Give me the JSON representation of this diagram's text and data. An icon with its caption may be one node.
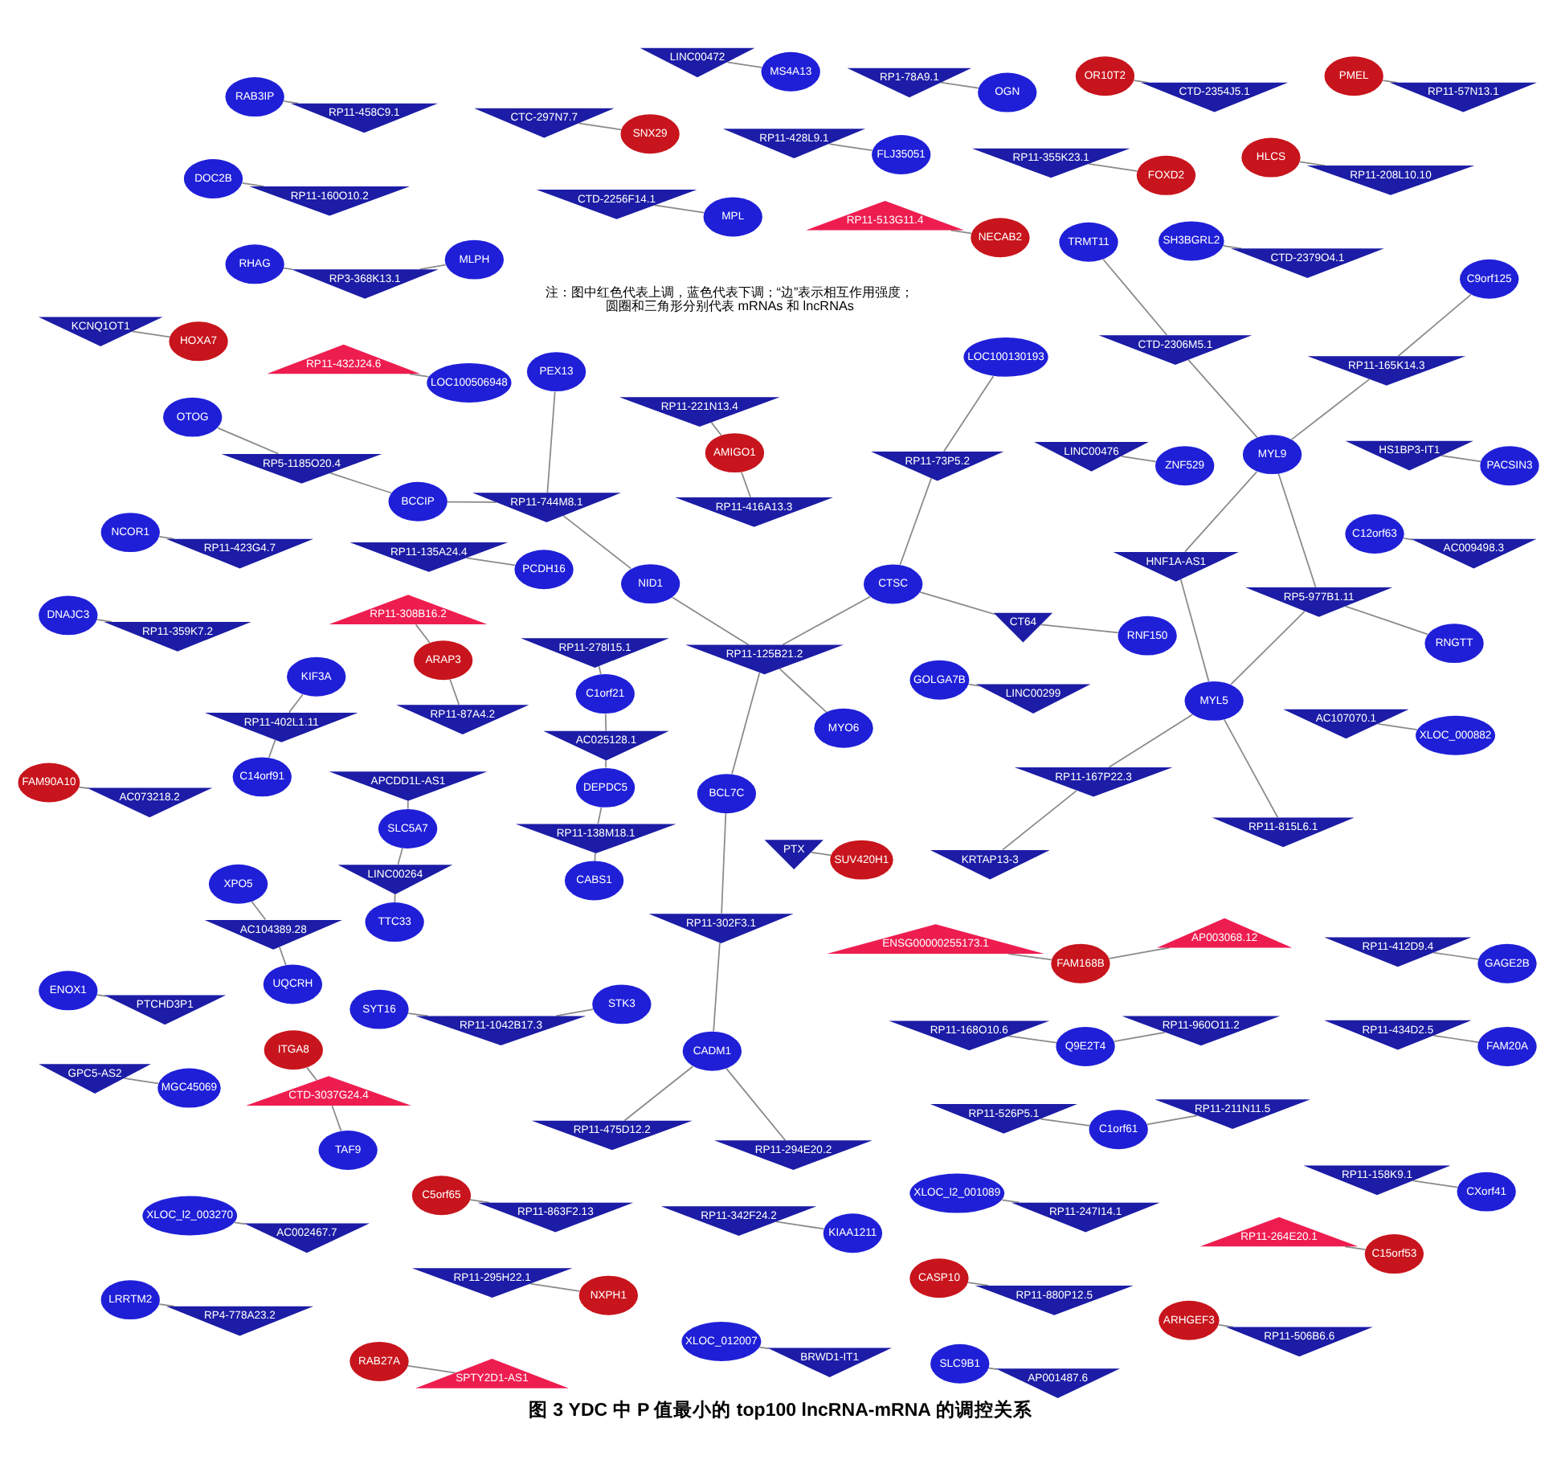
{
  "diagram": {
    "caption": "图 3 YDC 中 P 值最小的 top100 lncRNA-mRNA 的调控关系",
    "nodes": [
      {
        "text": [
          "RP11-526P5.1"
        ]
      },
      {
        "text": [
          "RP11-211N11.5"
        ]
      },
      {
        "text": [
          "NCOR1"
        ]
      },
      {
        "text": [
          "RP11-428L9.1"
        ]
      },
      {
        "text": [
          "C1orf61"
        ]
      },
      {
        "text": [
          "LRRTM2"
        ]
      },
      {
        "text": [
          "FLJ35051"
        ]
      },
      {
        "text": [
          "ARHGEF3"
        ]
      },
      {
        "text": [
          "RP11-423G4.7"
        ]
      },
      {
        "text": [
          "SLC9B1"
        ]
      },
      {
        "text": [
          "RP4-778A23.2"
        ]
      },
      {
        "text": [
          "AC107070.1"
        ]
      },
      {
        "text": [
          "RP11-432J24.6"
        ]
      },
      {
        "text": [
          "AP001487.6"
        ]
      },
      {
        "text": [
          "SH3BGRL2"
        ]
      },
      {
        "text": [
          "XLOC_000882"
        ]
      },
      {
        "text": [
          "RP11-506B6.6"
        ]
      },
      {
        "text": [
          "CTD-2379O4.1"
        ]
      },
      {
        "text": [
          "SYT16"
        ]
      },
      {
        "text": [
          "STK3"
        ]
      },
      {
        "text": [
          "RP11-135A24.4"
        ]
      },
      {
        "text": [
          "GOLGA7B"
        ]
      },
      {
        "text": [
          "LOC100506948"
        ]
      },
      {
        "text": [
          "C5orf65"
        ]
      },
      {
        "text": [
          "PCDH16"
        ]
      },
      {
        "text": [
          "RP11-1042B17.3"
        ]
      },
      {
        "text": [
          "CTC-297N7.7"
        ]
      },
      {
        "text": [
          "LINC00299"
        ]
      },
      {
        "text": [
          "RP11-863F2.13"
        ]
      },
      {
        "text": [
          "TRMT11"
        ]
      },
      {
        "text": [
          "XLOC_012007"
        ]
      },
      {
        "text": [
          "PTX"
        ]
      },
      {
        "text": [
          "SNX29"
        ]
      },
      {
        "text": [
          "RP1-78A9.1"
        ]
      },
      {
        "text": [
          "KCNQ1OT1"
        ]
      },
      {
        "text": [
          "OGN"
        ]
      },
      {
        "text": [
          "C9orf125"
        ]
      },
      {
        "text": [
          "RAB3IP"
        ]
      },
      {
        "text": [
          "CTD-2306M5.1"
        ]
      },
      {
        "text": [
          "BRWD1-IT1"
        ]
      },
      {
        "text": [
          "LINC00476"
        ]
      },
      {
        "text": [
          "RP11-513G11.4"
        ]
      },
      {
        "text": [
          "HOXA7"
        ]
      },
      {
        "text": [
          "RP11-294E20.2"
        ]
      },
      {
        "text": [
          "SUV420H1"
        ]
      },
      {
        "text": [
          "HNF1A-AS1"
        ]
      },
      {
        "text": [
          "CADM1"
        ]
      },
      {
        "text": [
          "RP11-165K14.3"
        ]
      },
      {
        "text": [
          "ENOX1"
        ]
      },
      {
        "text": [
          "NECAB2"
        ]
      },
      {
        "text": [
          "RP11-138M18.1"
        ]
      },
      {
        "text": [
          "RP11-458C9.1"
        ]
      },
      {
        "text": [
          "RP11-302F3.1"
        ]
      },
      {
        "text": [
          "RP11-475D12.2"
        ]
      },
      {
        "text": [
          "MYL9"
        ]
      },
      {
        "text": [
          "RP11-815L6.1"
        ]
      },
      {
        "text": [
          "ZNF529"
        ]
      },
      {
        "text": [
          "DEPDC5"
        ]
      },
      {
        "text": [
          "PTCHD3P1"
        ]
      },
      {
        "text": [
          "CABS1"
        ]
      },
      {
        "text": [
          "OTOG"
        ]
      },
      {
        "text": [
          "LOC100130193"
        ]
      },
      {
        "text": [
          "MYL5"
        ]
      },
      {
        "text": [
          "RP11-264E20.1"
        ]
      },
      {
        "text": [
          "RP11-221N13.4"
        ]
      },
      {
        "text": [
          "AMIGO1"
        ]
      },
      {
        "text": [
          "C12orf63"
        ]
      },
      {
        "text": [
          "RP5-1185O20.4"
        ]
      },
      {
        "text": [
          "BCL7C"
        ]
      },
      {
        "text": [
          "C15orf53"
        ]
      },
      {
        "text": [
          "AC025128.1"
        ]
      },
      {
        "text": [
          "RP5-977B1.11"
        ]
      },
      {
        "text": [
          "RP11-416A13.3"
        ]
      },
      {
        "text": [
          "AC009498.3"
        ]
      },
      {
        "text": [
          "BCCIP"
        ]
      },
      {
        "text": [
          "RP11-125B21.2"
        ]
      },
      {
        "text": [
          "MYO6"
        ]
      },
      {
        "text": [
          "RP11-73P5.2"
        ]
      },
      {
        "text": [
          "RP11-167P22.3"
        ]
      },
      {
        "text": [
          "RNGTT"
        ]
      },
      {
        "text": [
          "RP11-342F24.2"
        ]
      },
      {
        "text": [
          "RP11-158K9.1"
        ]
      },
      {
        "text": [
          "C1orf21"
        ]
      },
      {
        "text": [
          "KRTAP13-3"
        ]
      },
      {
        "text": [
          "CTD-2256F14.1"
        ]
      },
      {
        "text": [
          "CXorf41"
        ]
      },
      {
        "text": [
          "RP11-744M8.1"
        ]
      },
      {
        "text": [
          "CTSC"
        ]
      },
      {
        "text": [
          "RNF150"
        ]
      },
      {
        "text": [
          "KIAA1211"
        ]
      },
      {
        "text": [
          "RP11-278I15.1"
        ]
      },
      {
        "text": [
          "NID1"
        ]
      },
      {
        "text": [
          "CT64"
        ]
      },
      {
        "text": [
          "MPL"
        ]
      },
      {
        "text": [
          "RP11-434D2.5"
        ]
      },
      {
        "text": [
          "XPO5"
        ]
      },
      {
        "text": [
          "PEX13"
        ]
      },
      {
        "text": [
          "RP11-168O10.6"
        ]
      },
      {
        "text": [
          "RP11-960O11.2"
        ]
      },
      {
        "text": [
          "HS1BP3-IT1"
        ]
      },
      {
        "text": [
          "FAM20A"
        ]
      },
      {
        "text": [
          "AC104389.28"
        ]
      },
      {
        "text": [
          "DOC2B"
        ]
      },
      {
        "text": [
          "Q9E2T4"
        ]
      },
      {
        "text": [
          "RP11-412D9.4"
        ]
      },
      {
        "text": [
          "RP11-402L1.11"
        ]
      },
      {
        "text": [
          "ENSG00000255173.1"
        ]
      },
      {
        "text": [
          "PACSIN3"
        ]
      },
      {
        "text": [
          "UQCRH"
        ]
      },
      {
        "text": [
          "KIF3A"
        ]
      },
      {
        "text": [
          "AP003068.12"
        ]
      },
      {
        "text": [
          "C14orf91"
        ]
      },
      {
        "text": [
          "RP11-160O10.2"
        ]
      },
      {
        "text": [
          "GAGE2B"
        ]
      },
      {
        "text": [
          "XLOC_l2_003270"
        ]
      },
      {
        "text": [
          "FAM168B"
        ]
      },
      {
        "text": [
          "PMEL"
        ]
      },
      {
        "text": [
          "RP11-308B16.2"
        ]
      },
      {
        "text": [
          "CASP10"
        ]
      },
      {
        "text": [
          "FAM90A10"
        ]
      },
      {
        "text": [
          "AC002467.7"
        ]
      },
      {
        "text": [
          "GPC5-AS2"
        ]
      },
      {
        "text": [
          "RHAG"
        ]
      },
      {
        "text": [
          "ARAP3"
        ]
      },
      {
        "text": [
          "RP11-87A4.2"
        ]
      },
      {
        "text": [
          "MGC45069"
        ]
      },
      {
        "text": [
          "MLPH"
        ]
      },
      {
        "text": [
          "RP3-368K13.1"
        ]
      },
      {
        "text": [
          "RP11-57N13.1"
        ]
      },
      {
        "text": [
          "HLCS"
        ]
      },
      {
        "text": [
          "RP11-880P12.5"
        ]
      },
      {
        "text": [
          "AC073218.2"
        ]
      },
      {
        "text": [
          "RP11-355K23.1"
        ]
      },
      {
        "text": [
          "RP11-208L10.10"
        ]
      },
      {
        "text": [
          "LINC00264"
        ]
      },
      {
        "text": [
          "ITGA8"
        ]
      },
      {
        "text": [
          "FOXD2"
        ]
      },
      {
        "text": [
          "XLOC_l2_001089"
        ]
      },
      {
        "text": [
          "RP11-295H22.1"
        ]
      },
      {
        "text": [
          "CTD-3037G24.4"
        ]
      },
      {
        "text": [
          "OR10T2"
        ]
      },
      {
        "text": [
          "SLC5A7"
        ]
      },
      {
        "text": [
          "TTC33"
        ]
      },
      {
        "text": [
          "RP11-247I14.1"
        ]
      },
      {
        "text": [
          "NXPH1"
        ]
      },
      {
        "text": [
          "TAF9"
        ]
      },
      {
        "text": [
          "LINC00472"
        ]
      },
      {
        "text": [
          "APCDD1L-AS1"
        ]
      },
      {
        "text": [
          "DNAJC3"
        ]
      },
      {
        "text": [
          "CTD-2354J5.1"
        ]
      },
      {
        "text": [
          "RP11-359K7.2"
        ]
      },
      {
        "text": [
          "RAB27A"
        ]
      },
      {
        "text": [
          "MS4A13"
        ]
      },
      {
        "text": [
          "SPTY2D1-AS1"
        ]
      }
    ],
    "edges": [
      {
        "from": 0,
        "to": 4,
        "arrow": "none"
      },
      {
        "from": 1,
        "to": 4,
        "arrow": "none"
      },
      {
        "from": 3,
        "to": 6,
        "arrow": "none"
      },
      {
        "from": 2,
        "to": 8,
        "arrow": "none"
      },
      {
        "from": 5,
        "to": 10,
        "arrow": "none"
      },
      {
        "from": 9,
        "to": 13,
        "arrow": "none"
      },
      {
        "from": 7,
        "to": 16,
        "arrow": "none"
      },
      {
        "from": 12,
        "to": 22,
        "arrow": "none"
      },
      {
        "from": 11,
        "to": 15,
        "arrow": "none"
      },
      {
        "from": 14,
        "to": 17,
        "arrow": "none"
      },
      {
        "from": 18,
        "to": 25,
        "arrow": "none"
      },
      {
        "from": 19,
        "to": 25,
        "arrow": "none"
      },
      {
        "from": 20,
        "to": 24,
        "arrow": "none"
      },
      {
        "from": 21,
        "to": 27,
        "arrow": "none"
      },
      {
        "from": 23,
        "to": 28,
        "arrow": "none"
      },
      {
        "from": 26,
        "to": 32,
        "arrow": "none"
      },
      {
        "from": 29,
        "to": 38,
        "arrow": "none"
      },
      {
        "from": 30,
        "to": 39,
        "arrow": "none"
      },
      {
        "from": 31,
        "to": 44,
        "arrow": "none"
      },
      {
        "from": 33,
        "to": 35,
        "arrow": "none"
      },
      {
        "from": 34,
        "to": 42,
        "arrow": "none"
      },
      {
        "from": 36,
        "to": 47,
        "arrow": "none"
      },
      {
        "from": 37,
        "to": 51,
        "arrow": "none"
      },
      {
        "from": 40,
        "to": 56,
        "arrow": "none"
      },
      {
        "from": 41,
        "to": 49,
        "arrow": "none"
      },
      {
        "from": 43,
        "to": 46,
        "arrow": "none"
      },
      {
        "from": 38,
        "to": 54,
        "arrow": "none"
      },
      {
        "from": 47,
        "to": 54,
        "arrow": "none"
      },
      {
        "from": 54,
        "to": 45,
        "arrow": "none"
      },
      {
        "from": 45,
        "to": 62,
        "arrow": "none"
      },
      {
        "from": 62,
        "to": 55,
        "arrow": "none"
      },
      {
        "from": 54,
        "to": 71,
        "arrow": "none"
      },
      {
        "from": 62,
        "to": 71,
        "arrow": "none"
      },
      {
        "from": 71,
        "to": 79,
        "arrow": "none"
      },
      {
        "from": 62,
        "to": 78,
        "arrow": "none"
      },
      {
        "from": 78,
        "to": 83,
        "arrow": "none"
      },
      {
        "from": 48,
        "to": 58,
        "arrow": "none"
      },
      {
        "from": 50,
        "to": 57,
        "arrow": "none"
      },
      {
        "from": 50,
        "to": 59,
        "arrow": "none"
      },
      {
        "from": 57,
        "to": 70,
        "arrow": "none"
      },
      {
        "from": 70,
        "to": 82,
        "arrow": "none"
      },
      {
        "from": 82,
        "to": 90,
        "arrow": "none"
      },
      {
        "from": 52,
        "to": 46,
        "arrow": "none"
      },
      {
        "from": 52,
        "to": 68,
        "arrow": "none"
      },
      {
        "from": 46,
        "to": 53,
        "arrow": "none"
      },
      {
        "from": 61,
        "to": 77,
        "arrow": "none"
      },
      {
        "from": 63,
        "to": 69,
        "arrow": "none"
      },
      {
        "from": 64,
        "to": 65,
        "arrow": "none"
      },
      {
        "from": 65,
        "to": 72,
        "arrow": "none"
      },
      {
        "from": 66,
        "to": 73,
        "arrow": "none"
      },
      {
        "from": 60,
        "to": 67,
        "arrow": "none"
      },
      {
        "from": 67,
        "to": 74,
        "arrow": "none"
      },
      {
        "from": 68,
        "to": 75,
        "arrow": "none"
      },
      {
        "from": 75,
        "to": 76,
        "arrow": "none"
      },
      {
        "from": 75,
        "to": 91,
        "arrow": "none"
      },
      {
        "from": 75,
        "to": 87,
        "arrow": "none"
      },
      {
        "from": 87,
        "to": 77,
        "arrow": "none"
      },
      {
        "from": 87,
        "to": 92,
        "arrow": "none"
      },
      {
        "from": 88,
        "to": 92,
        "arrow": "none"
      },
      {
        "from": 74,
        "to": 86,
        "arrow": "none"
      },
      {
        "from": 86,
        "to": 96,
        "arrow": "none"
      },
      {
        "from": 86,
        "to": 91,
        "arrow": "none"
      },
      {
        "from": 80,
        "to": 89,
        "arrow": "none"
      },
      {
        "from": 81,
        "to": 85,
        "arrow": "none"
      },
      {
        "from": 84,
        "to": 93,
        "arrow": "none"
      },
      {
        "from": 94,
        "to": 100,
        "arrow": "none"
      },
      {
        "from": 95,
        "to": 101,
        "arrow": "none"
      },
      {
        "from": 101,
        "to": 108,
        "arrow": "none"
      },
      {
        "from": 97,
        "to": 103,
        "arrow": "none"
      },
      {
        "from": 103,
        "to": 98,
        "arrow": "none"
      },
      {
        "from": 99,
        "to": 107,
        "arrow": "none"
      },
      {
        "from": 102,
        "to": 112,
        "arrow": "none"
      },
      {
        "from": 104,
        "to": 113,
        "arrow": "none"
      },
      {
        "from": 105,
        "to": 109,
        "arrow": "none"
      },
      {
        "from": 105,
        "to": 111,
        "arrow": "none"
      },
      {
        "from": 110,
        "to": 115,
        "arrow": "none"
      },
      {
        "from": 106,
        "to": 115,
        "arrow": "none"
      },
      {
        "from": 114,
        "to": 120,
        "arrow": "none"
      },
      {
        "from": 116,
        "to": 128,
        "arrow": "none"
      },
      {
        "from": 117,
        "to": 123,
        "arrow": "none"
      },
      {
        "from": 123,
        "to": 124,
        "arrow": "none"
      },
      {
        "from": 118,
        "to": 130,
        "arrow": "none"
      },
      {
        "from": 119,
        "to": 131,
        "arrow": "none"
      },
      {
        "from": 121,
        "to": 125,
        "arrow": "none"
      },
      {
        "from": 122,
        "to": 127,
        "arrow": "none"
      },
      {
        "from": 126,
        "to": 127,
        "arrow": "none"
      },
      {
        "from": 129,
        "to": 133,
        "arrow": "none"
      },
      {
        "from": 132,
        "to": 136,
        "arrow": "none"
      },
      {
        "from": 134,
        "to": 142,
        "arrow": "none"
      },
      {
        "from": 134,
        "to": 141,
        "arrow": "none"
      },
      {
        "from": 141,
        "to": 147,
        "arrow": "none"
      },
      {
        "from": 135,
        "to": 139,
        "arrow": "none"
      },
      {
        "from": 139,
        "to": 145,
        "arrow": "none"
      },
      {
        "from": 137,
        "to": 143,
        "arrow": "none"
      },
      {
        "from": 138,
        "to": 144,
        "arrow": "none"
      },
      {
        "from": 140,
        "to": 149,
        "arrow": "none"
      },
      {
        "from": 148,
        "to": 150,
        "arrow": "none"
      },
      {
        "from": 151,
        "to": 153,
        "arrow": "none"
      },
      {
        "from": 146,
        "to": 152,
        "arrow": "none"
      }
    ],
    "labels": [
      "注：图中红色代表上调，蓝色代表下调；“边”表示相互作用强度；圆圈和三角形分别代表 mRNAs 和 lncRNAs"
    ]
  }
}
